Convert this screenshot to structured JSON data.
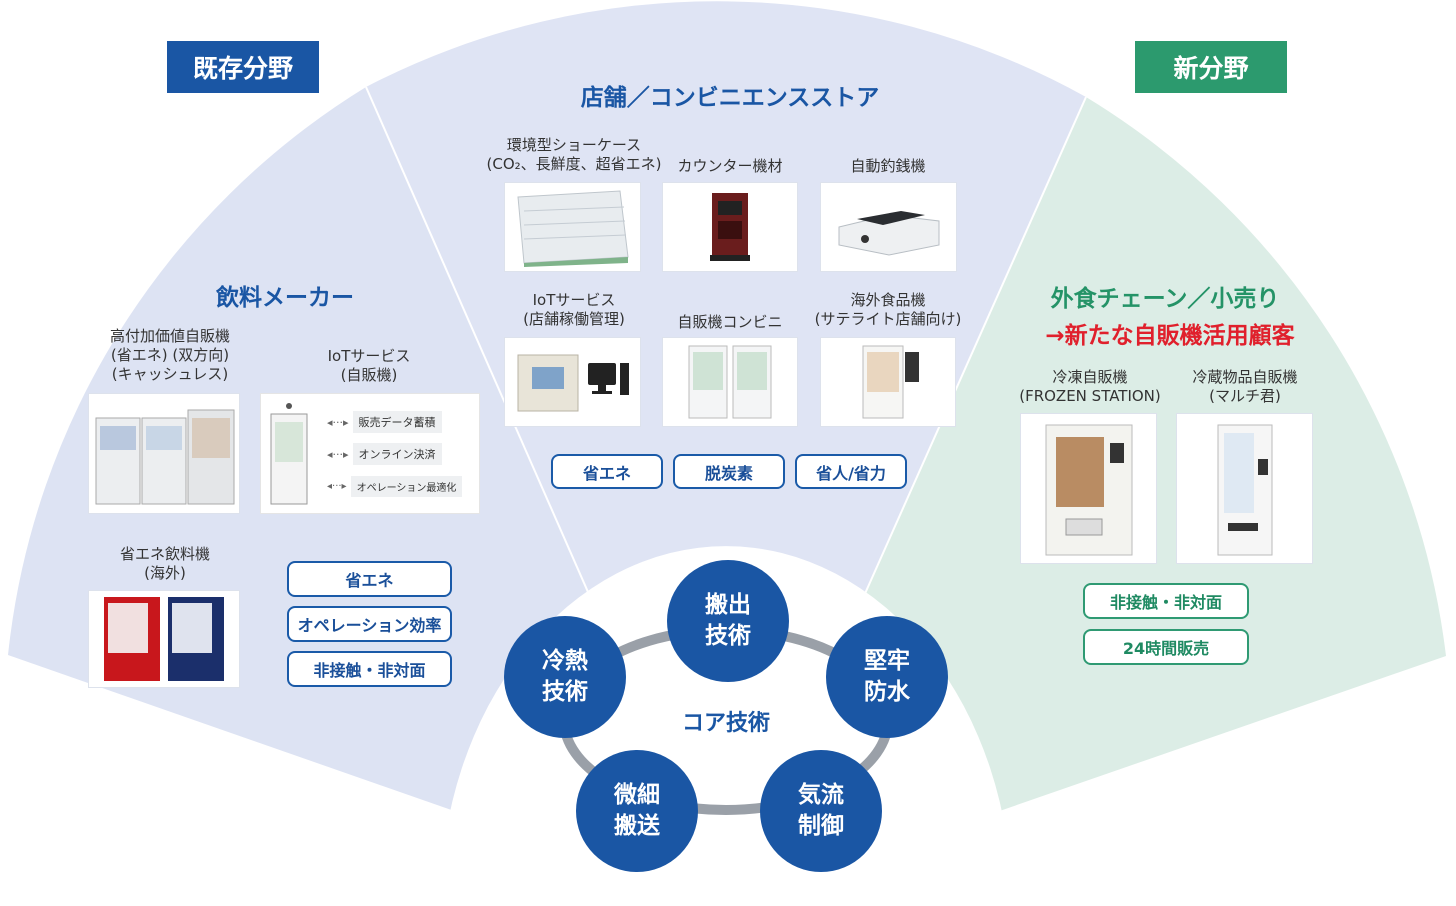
{
  "left": {
    "badge": "既存分野",
    "title": "飲料メーカー",
    "item1_caption": "高付加価値自販機\n(省エネ) (双方向)\n(キャッシュレス)",
    "item2_caption": "IoTサービス\n(自販機)",
    "item2_rows": [
      "販売データ蓄積",
      "オンライン決済",
      "オペレーション最適化"
    ],
    "item3_caption": "省エネ飲料機\n(海外)",
    "pills": [
      "省エネ",
      "オペレーション効率",
      "非接触・非対面"
    ]
  },
  "middle": {
    "title": "店舗／コンビニエンスストア",
    "items": [
      {
        "caption": "環境型ショーケース\n(CO₂、長鮮度、超省エネ)"
      },
      {
        "caption": "カウンター機材"
      },
      {
        "caption": "自動釣銭機"
      },
      {
        "caption": "IoTサービス\n(店舗稼働管理)"
      },
      {
        "caption": "自販機コンビニ"
      },
      {
        "caption": "海外食品機\n(サテライト店舗向け)"
      }
    ],
    "pills": [
      "省エネ",
      "脱炭素",
      "省人/省力"
    ]
  },
  "right": {
    "badge": "新分野",
    "title": "外食チェーン／小売り",
    "subtitle": "→新たな自販機活用顧客",
    "items": [
      {
        "caption": "冷凍自販機\n(FROZEN STATION)"
      },
      {
        "caption": "冷蔵物品自販機\n(マルチ君)"
      }
    ],
    "pills": [
      "非接触・非対面",
      "24時間販売"
    ]
  },
  "core": {
    "label": "コア技術",
    "nodes": [
      "搬出\n技術",
      "堅牢\n防水",
      "気流\n制御",
      "微細\n搬送",
      "冷熱\n技術"
    ]
  },
  "colors": {
    "blue_badge": "#1a56a4",
    "green_badge": "#2c9a6e",
    "left_fan": "#dde3f3",
    "middle_fan": "#dfe4f4",
    "right_fan": "#dcede6",
    "red_text": "#e0202c"
  }
}
